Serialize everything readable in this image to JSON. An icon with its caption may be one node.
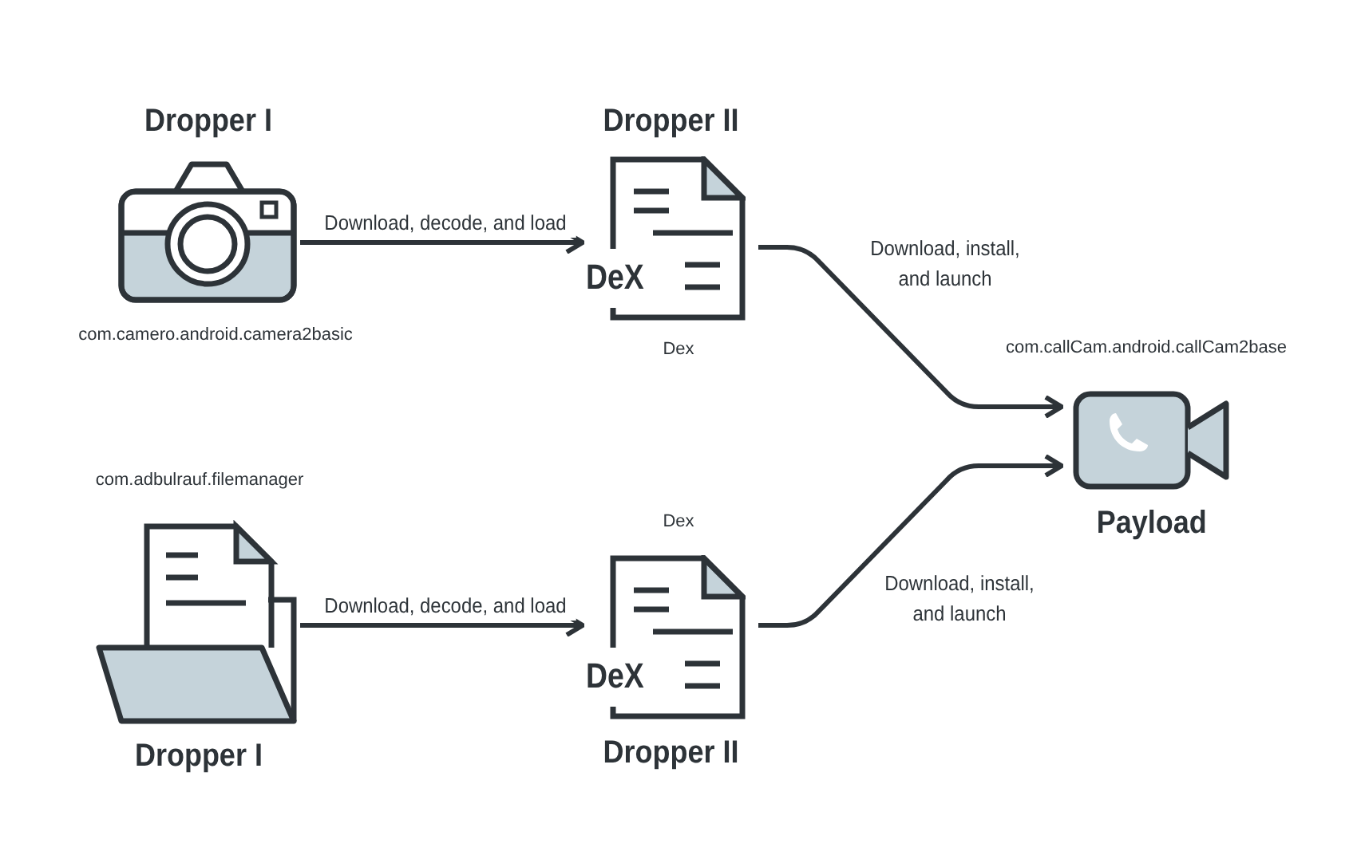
{
  "diagram": {
    "nodes": [
      {
        "text": [
          "Dropper I"
        ],
        "beside": [
          "com.camero.android.camera2basic"
        ]
      },
      {
        "text": [
          "Dropper II",
          "DeX"
        ],
        "beside": [
          "Dex"
        ]
      },
      {
        "text": [
          "Dropper I"
        ],
        "beside": [
          "com.adbulrauf.filemanager"
        ]
      },
      {
        "text": [
          "DeX",
          "Dropper II"
        ],
        "beside": [
          "Dex"
        ]
      },
      {
        "text": [
          "Payload"
        ],
        "beside": [
          "com.callCam.android.callCam2base"
        ]
      }
    ],
    "edges": [
      {
        "from": 0,
        "to": 1,
        "arrow": "to",
        "label": "Download, decode, and load"
      },
      {
        "from": 1,
        "to": 4,
        "arrow": "to",
        "label": "Download, install, and launch"
      },
      {
        "from": 2,
        "to": 3,
        "arrow": "to",
        "label": "Download, decode, and load"
      },
      {
        "from": 3,
        "to": 4,
        "arrow": "to",
        "label": "Download, install, and launch"
      }
    ]
  }
}
